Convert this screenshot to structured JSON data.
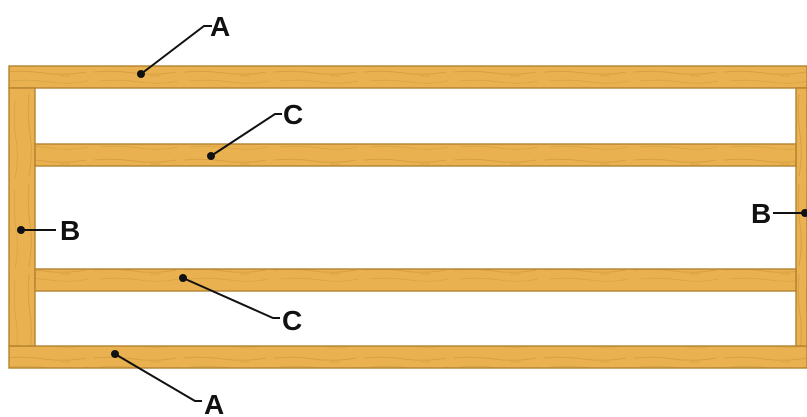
{
  "diagram": {
    "colors": {
      "wood": "#E9B14F",
      "wood_edge": "#B3832F",
      "grain": "#C99236",
      "line": "#111111",
      "text": "#111111",
      "background": "#FFFFFF"
    },
    "labels": {
      "top_rail": "A",
      "bottom_rail": "A",
      "left_stile": "B",
      "right_stile": "B",
      "upper_middle_rail": "C",
      "lower_middle_rail": "C"
    }
  }
}
